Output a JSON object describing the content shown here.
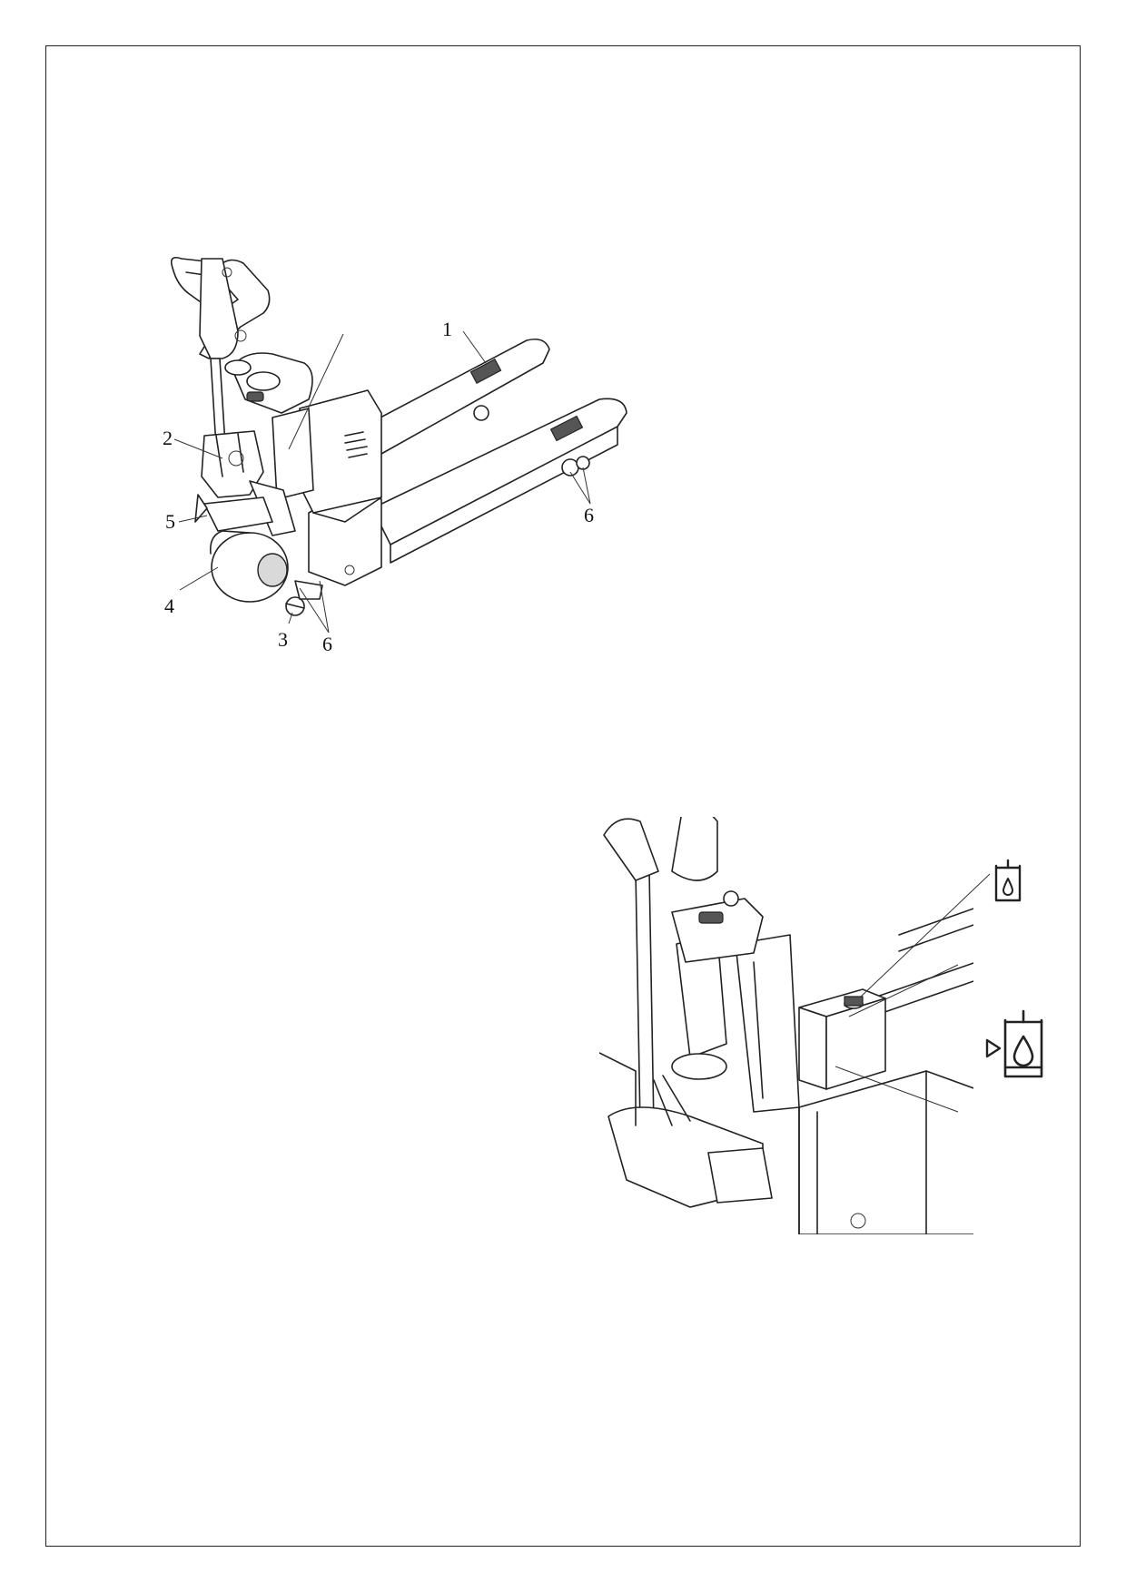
{
  "figure_1": {
    "callouts": [
      {
        "id": "c1",
        "text": "1"
      },
      {
        "id": "c2",
        "text": "2"
      },
      {
        "id": "c3",
        "text": "3"
      },
      {
        "id": "c4",
        "text": "4"
      },
      {
        "id": "c5",
        "text": "5"
      },
      {
        "id": "c6a",
        "text": "6"
      },
      {
        "id": "c6b",
        "text": "6"
      }
    ]
  },
  "figure_2": {
    "symbols": [
      {
        "name": "oil-fill-cap-icon"
      },
      {
        "name": "oil-level-icon"
      }
    ]
  }
}
